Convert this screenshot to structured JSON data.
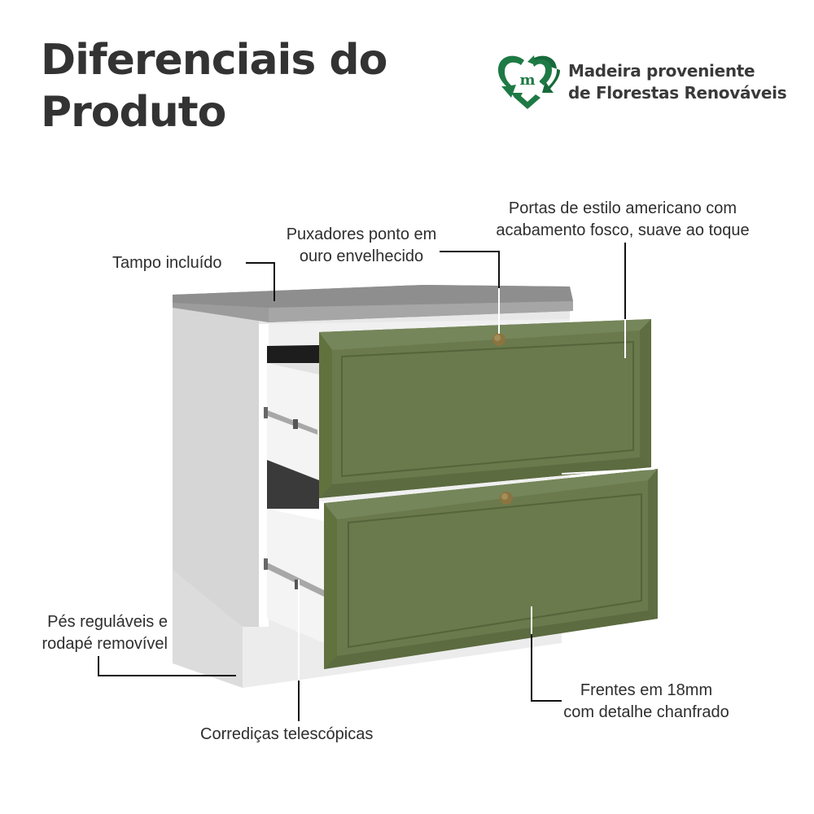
{
  "header": {
    "title_line1": "Diferenciais do",
    "title_line2": "Produto"
  },
  "badge": {
    "icon": "recycle-heart-m-icon",
    "line1": "Madeira proveniente",
    "line2": "de Florestas Renováveis",
    "color": "#1e7a45"
  },
  "product": {
    "colors": {
      "front_green": "#6a7a4c",
      "top_gray": "#9a9a9a",
      "body_white": "#f2f2f2",
      "handle_bronze": "#8a7440"
    }
  },
  "callouts": [
    {
      "id": "tampo",
      "line1": "Tampo incluído"
    },
    {
      "id": "puxadores",
      "line1": "Puxadores ponto em",
      "line2": "ouro envelhecido"
    },
    {
      "id": "portas",
      "line1": "Portas de estilo americano com",
      "line2": "acabamento fosco, suave ao toque"
    },
    {
      "id": "pes",
      "line1": "Pés reguláveis e",
      "line2": "rodapé removível"
    },
    {
      "id": "corredicas",
      "line1": "Corrediças telescópicas"
    },
    {
      "id": "frentes",
      "line1": "Frentes em 18mm",
      "line2": "com detalhe chanfrado"
    }
  ]
}
